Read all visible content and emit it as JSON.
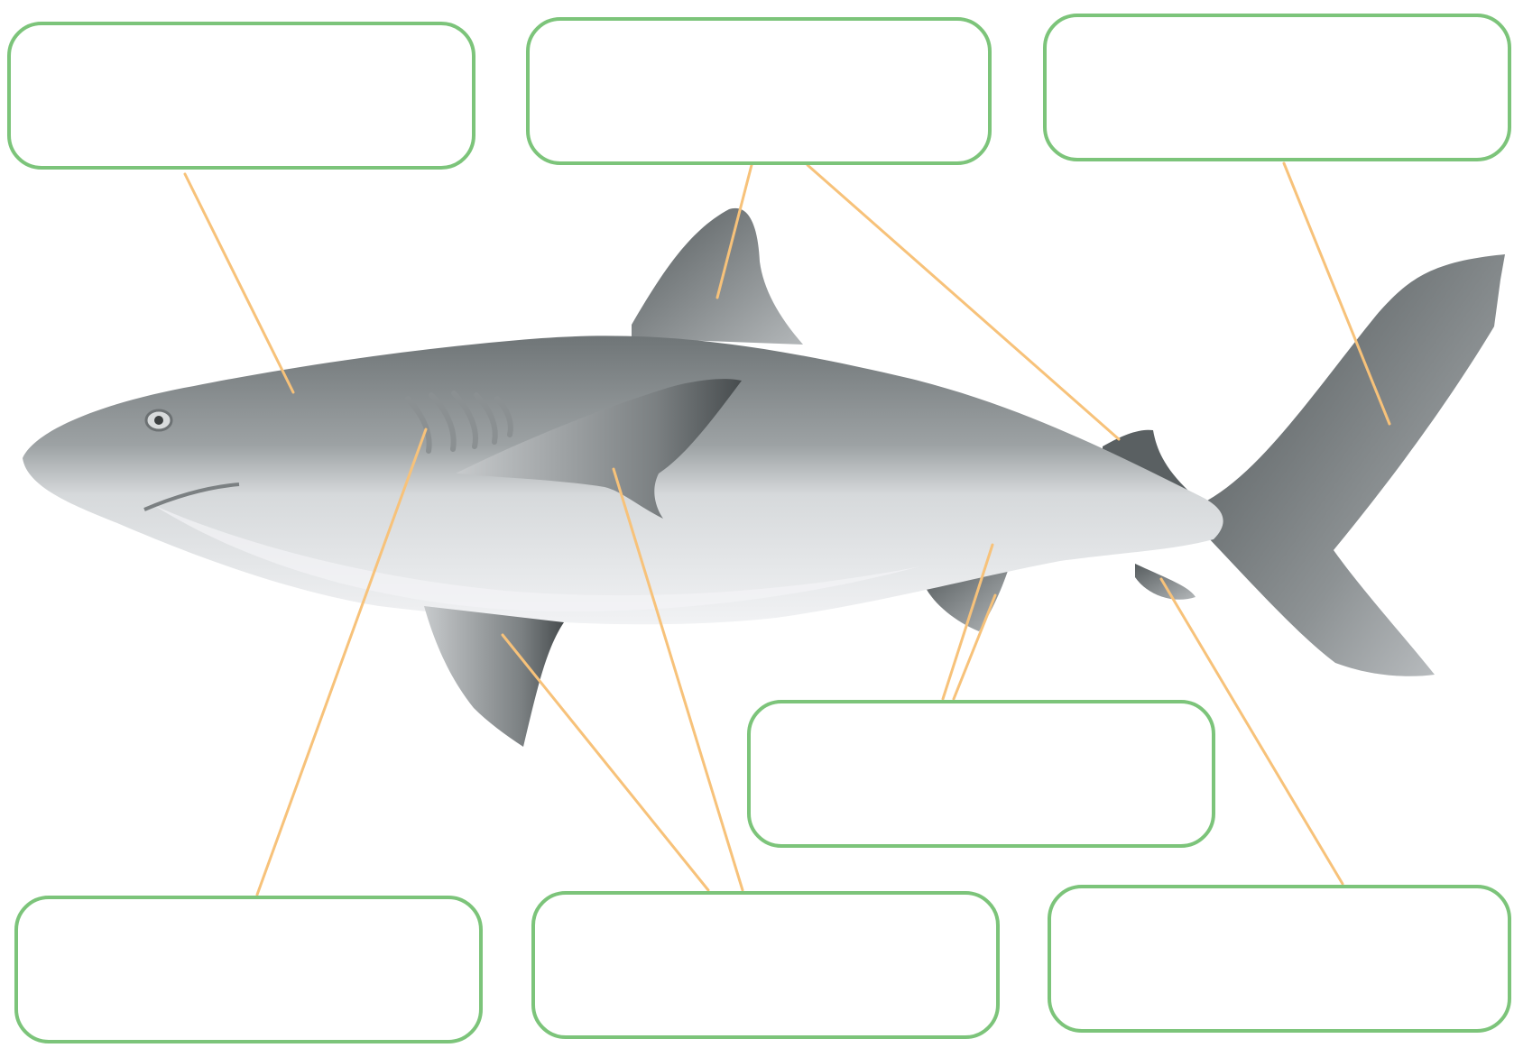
{
  "colors": {
    "box_border": "#7cc47a",
    "leader_line": "#f7c27a",
    "shark_dark": "#5e6466",
    "shark_mid": "#a4a9ab",
    "shark_light": "#e6e8ea",
    "background": "#ffffff"
  },
  "label_boxes": [
    {
      "id": "top-left",
      "text": ""
    },
    {
      "id": "top-center",
      "text": ""
    },
    {
      "id": "top-right",
      "text": ""
    },
    {
      "id": "middle-right",
      "text": ""
    },
    {
      "id": "bottom-left",
      "text": ""
    },
    {
      "id": "bottom-center",
      "text": ""
    },
    {
      "id": "bottom-right",
      "text": ""
    }
  ]
}
